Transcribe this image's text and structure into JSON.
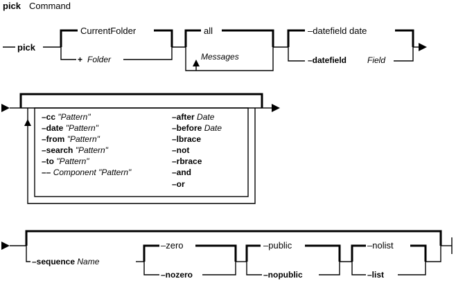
{
  "title": {
    "cmd": "pick",
    "rest": "Command"
  },
  "row1": {
    "cmd": "pick",
    "folder_default": "CurrentFolder",
    "folder_alt_prefix": "+",
    "folder_alt_param": "Folder",
    "msgs_default": "all",
    "msgs_alt": "Messages",
    "datefield_default": "–datefield date",
    "datefield_alt_flag": "–datefield",
    "datefield_alt_param": "Field"
  },
  "row2": {
    "left": [
      {
        "flag": "–cc",
        "param": "\"Pattern\""
      },
      {
        "flag": "–date",
        "param": "\"Pattern\""
      },
      {
        "flag": "–from",
        "param": "\"Pattern\""
      },
      {
        "flag": "–search",
        "param": "\"Pattern\""
      },
      {
        "flag": "–to",
        "param": "\"Pattern\""
      },
      {
        "flag": "––",
        "param": "Component \"Pattern\""
      }
    ],
    "right": [
      {
        "flag": "–after",
        "param": "Date"
      },
      {
        "flag": "–before",
        "param": "Date"
      },
      {
        "flag": "–lbrace",
        "param": ""
      },
      {
        "flag": "–not",
        "param": ""
      },
      {
        "flag": "–rbrace",
        "param": ""
      },
      {
        "flag": "–and",
        "param": ""
      },
      {
        "flag": "–or",
        "param": ""
      }
    ]
  },
  "row3": {
    "sequence_flag": "–sequence",
    "sequence_param": "Name",
    "zero": "–zero",
    "nozero": "–nozero",
    "public": "–public",
    "nopublic": "–nopublic",
    "nolist": "–nolist",
    "list": "–list"
  }
}
